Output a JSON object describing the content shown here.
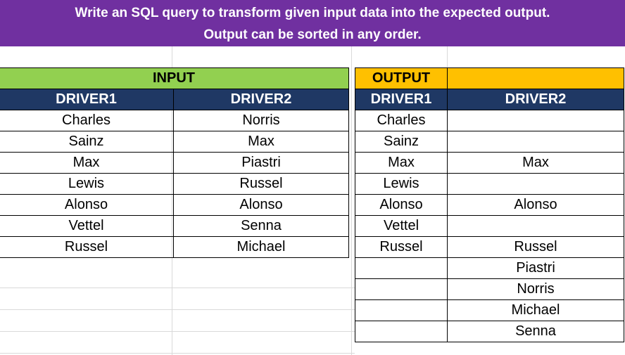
{
  "banner": {
    "line1": "Write an SQL query to transform given input data into the expected output.",
    "line2": "Output can be sorted in any order."
  },
  "input": {
    "title": "INPUT",
    "headers": [
      "DRIVER1",
      "DRIVER2"
    ],
    "rows": [
      [
        "Charles",
        "Norris"
      ],
      [
        "Sainz",
        "Max"
      ],
      [
        "Max",
        "Piastri"
      ],
      [
        "Lewis",
        "Russel"
      ],
      [
        "Alonso",
        "Alonso"
      ],
      [
        "Vettel",
        "Senna"
      ],
      [
        "Russel",
        "Michael"
      ]
    ]
  },
  "output": {
    "title": "OUTPUT",
    "headers": [
      "DRIVER1",
      "DRIVER2"
    ],
    "rows": [
      [
        "Charles",
        ""
      ],
      [
        "Sainz",
        ""
      ],
      [
        "Max",
        "Max"
      ],
      [
        "Lewis",
        ""
      ],
      [
        "Alonso",
        "Alonso"
      ],
      [
        "Vettel",
        ""
      ],
      [
        "Russel",
        "Russel"
      ],
      [
        "",
        "Piastri"
      ],
      [
        "",
        "Norris"
      ],
      [
        "",
        "Michael"
      ],
      [
        "",
        "Senna"
      ]
    ]
  },
  "colors": {
    "banner": "#7030a0",
    "input_title": "#92d050",
    "output_title": "#ffc000",
    "header_row": "#1f3864"
  }
}
